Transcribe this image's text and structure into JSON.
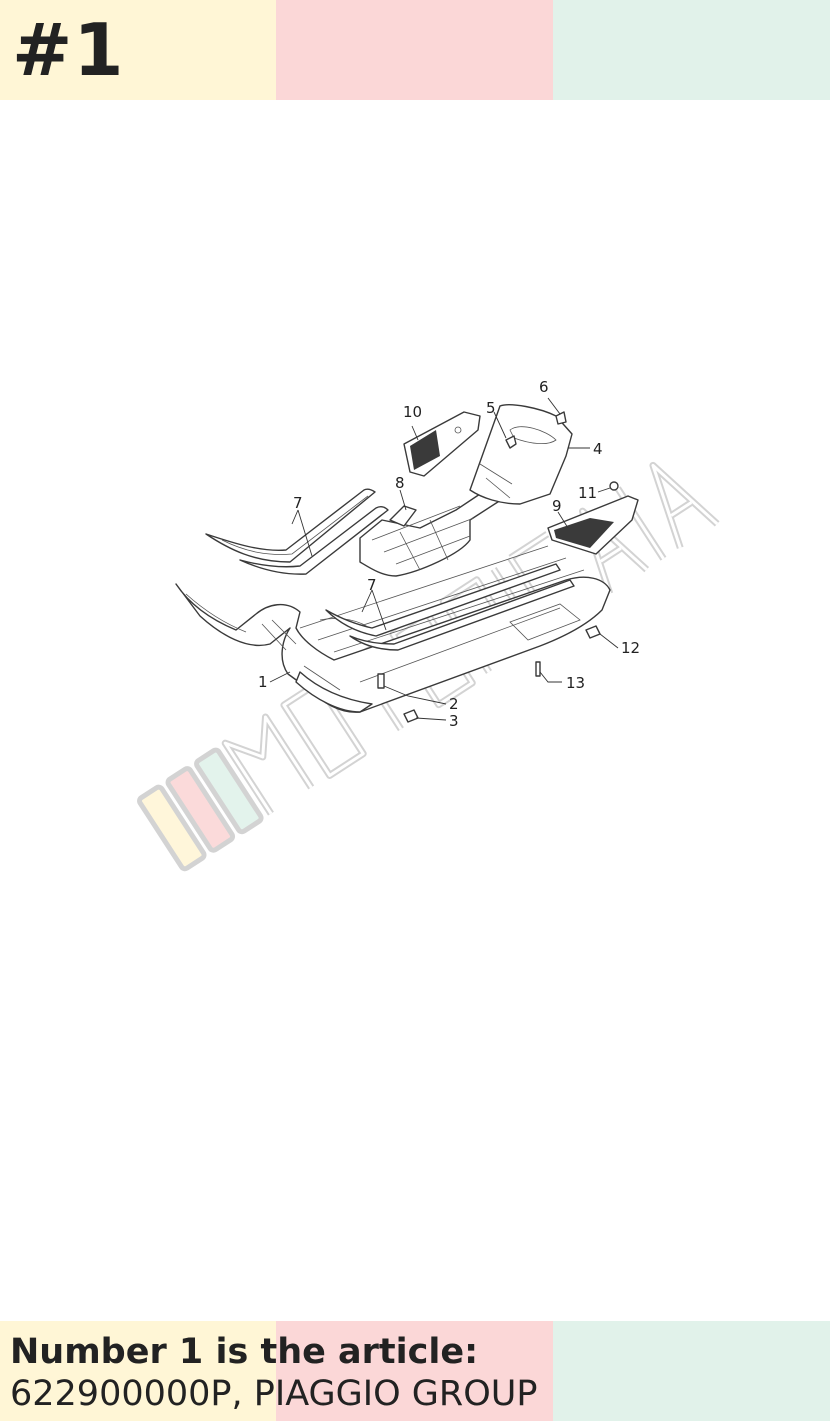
{
  "header": {
    "badge": "#1",
    "band_colors": [
      "#fff6d6",
      "#fbd7d7",
      "#e1f2ea"
    ]
  },
  "diagram": {
    "callouts": [
      "1",
      "2",
      "3",
      "4",
      "5",
      "6",
      "7",
      "7",
      "8",
      "9",
      "10",
      "11",
      "12",
      "13"
    ],
    "watermark": "MOTORICAMBIA"
  },
  "footer": {
    "line1": "Number 1 is the article:",
    "line2": "622900000P, PIAGGIO GROUP"
  }
}
